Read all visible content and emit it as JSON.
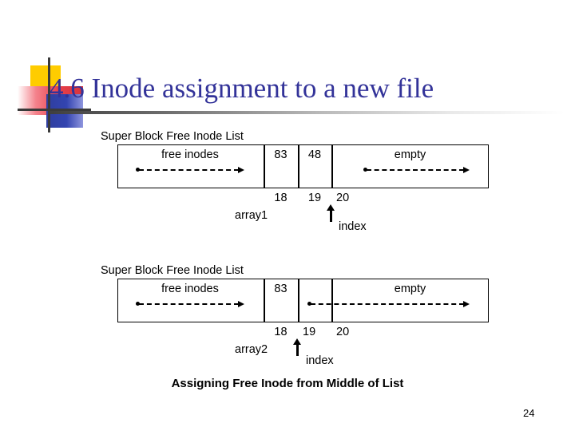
{
  "slide": {
    "title": "4.6 Inode assignment to a new file",
    "title_color": "#333399",
    "page_number": "24",
    "figure_caption": "Assigning Free Inode from Middle of List"
  },
  "diagrams": [
    {
      "name": "array1",
      "header": "Super Block Free Inode List",
      "cells": [
        {
          "label": "free inodes",
          "has_arrow": true
        },
        {
          "label": "83",
          "has_arrow": false
        },
        {
          "label": "48",
          "has_arrow": false
        },
        {
          "label": "empty",
          "has_arrow": true
        }
      ],
      "axis_numbers": [
        "18",
        "19",
        "20"
      ],
      "array_label": "array1",
      "index_label": "index",
      "index_position": "20"
    },
    {
      "name": "array2",
      "header": "Super Block Free Inode List",
      "cells": [
        {
          "label": "free inodes",
          "has_arrow": true
        },
        {
          "label": "83",
          "has_arrow": false
        },
        {
          "label": "",
          "has_arrow": false
        },
        {
          "label": "empty",
          "has_arrow": true
        }
      ],
      "axis_numbers": [
        "18",
        "19",
        "20"
      ],
      "array_label": "array2",
      "index_label": "index",
      "index_position": "19"
    }
  ]
}
